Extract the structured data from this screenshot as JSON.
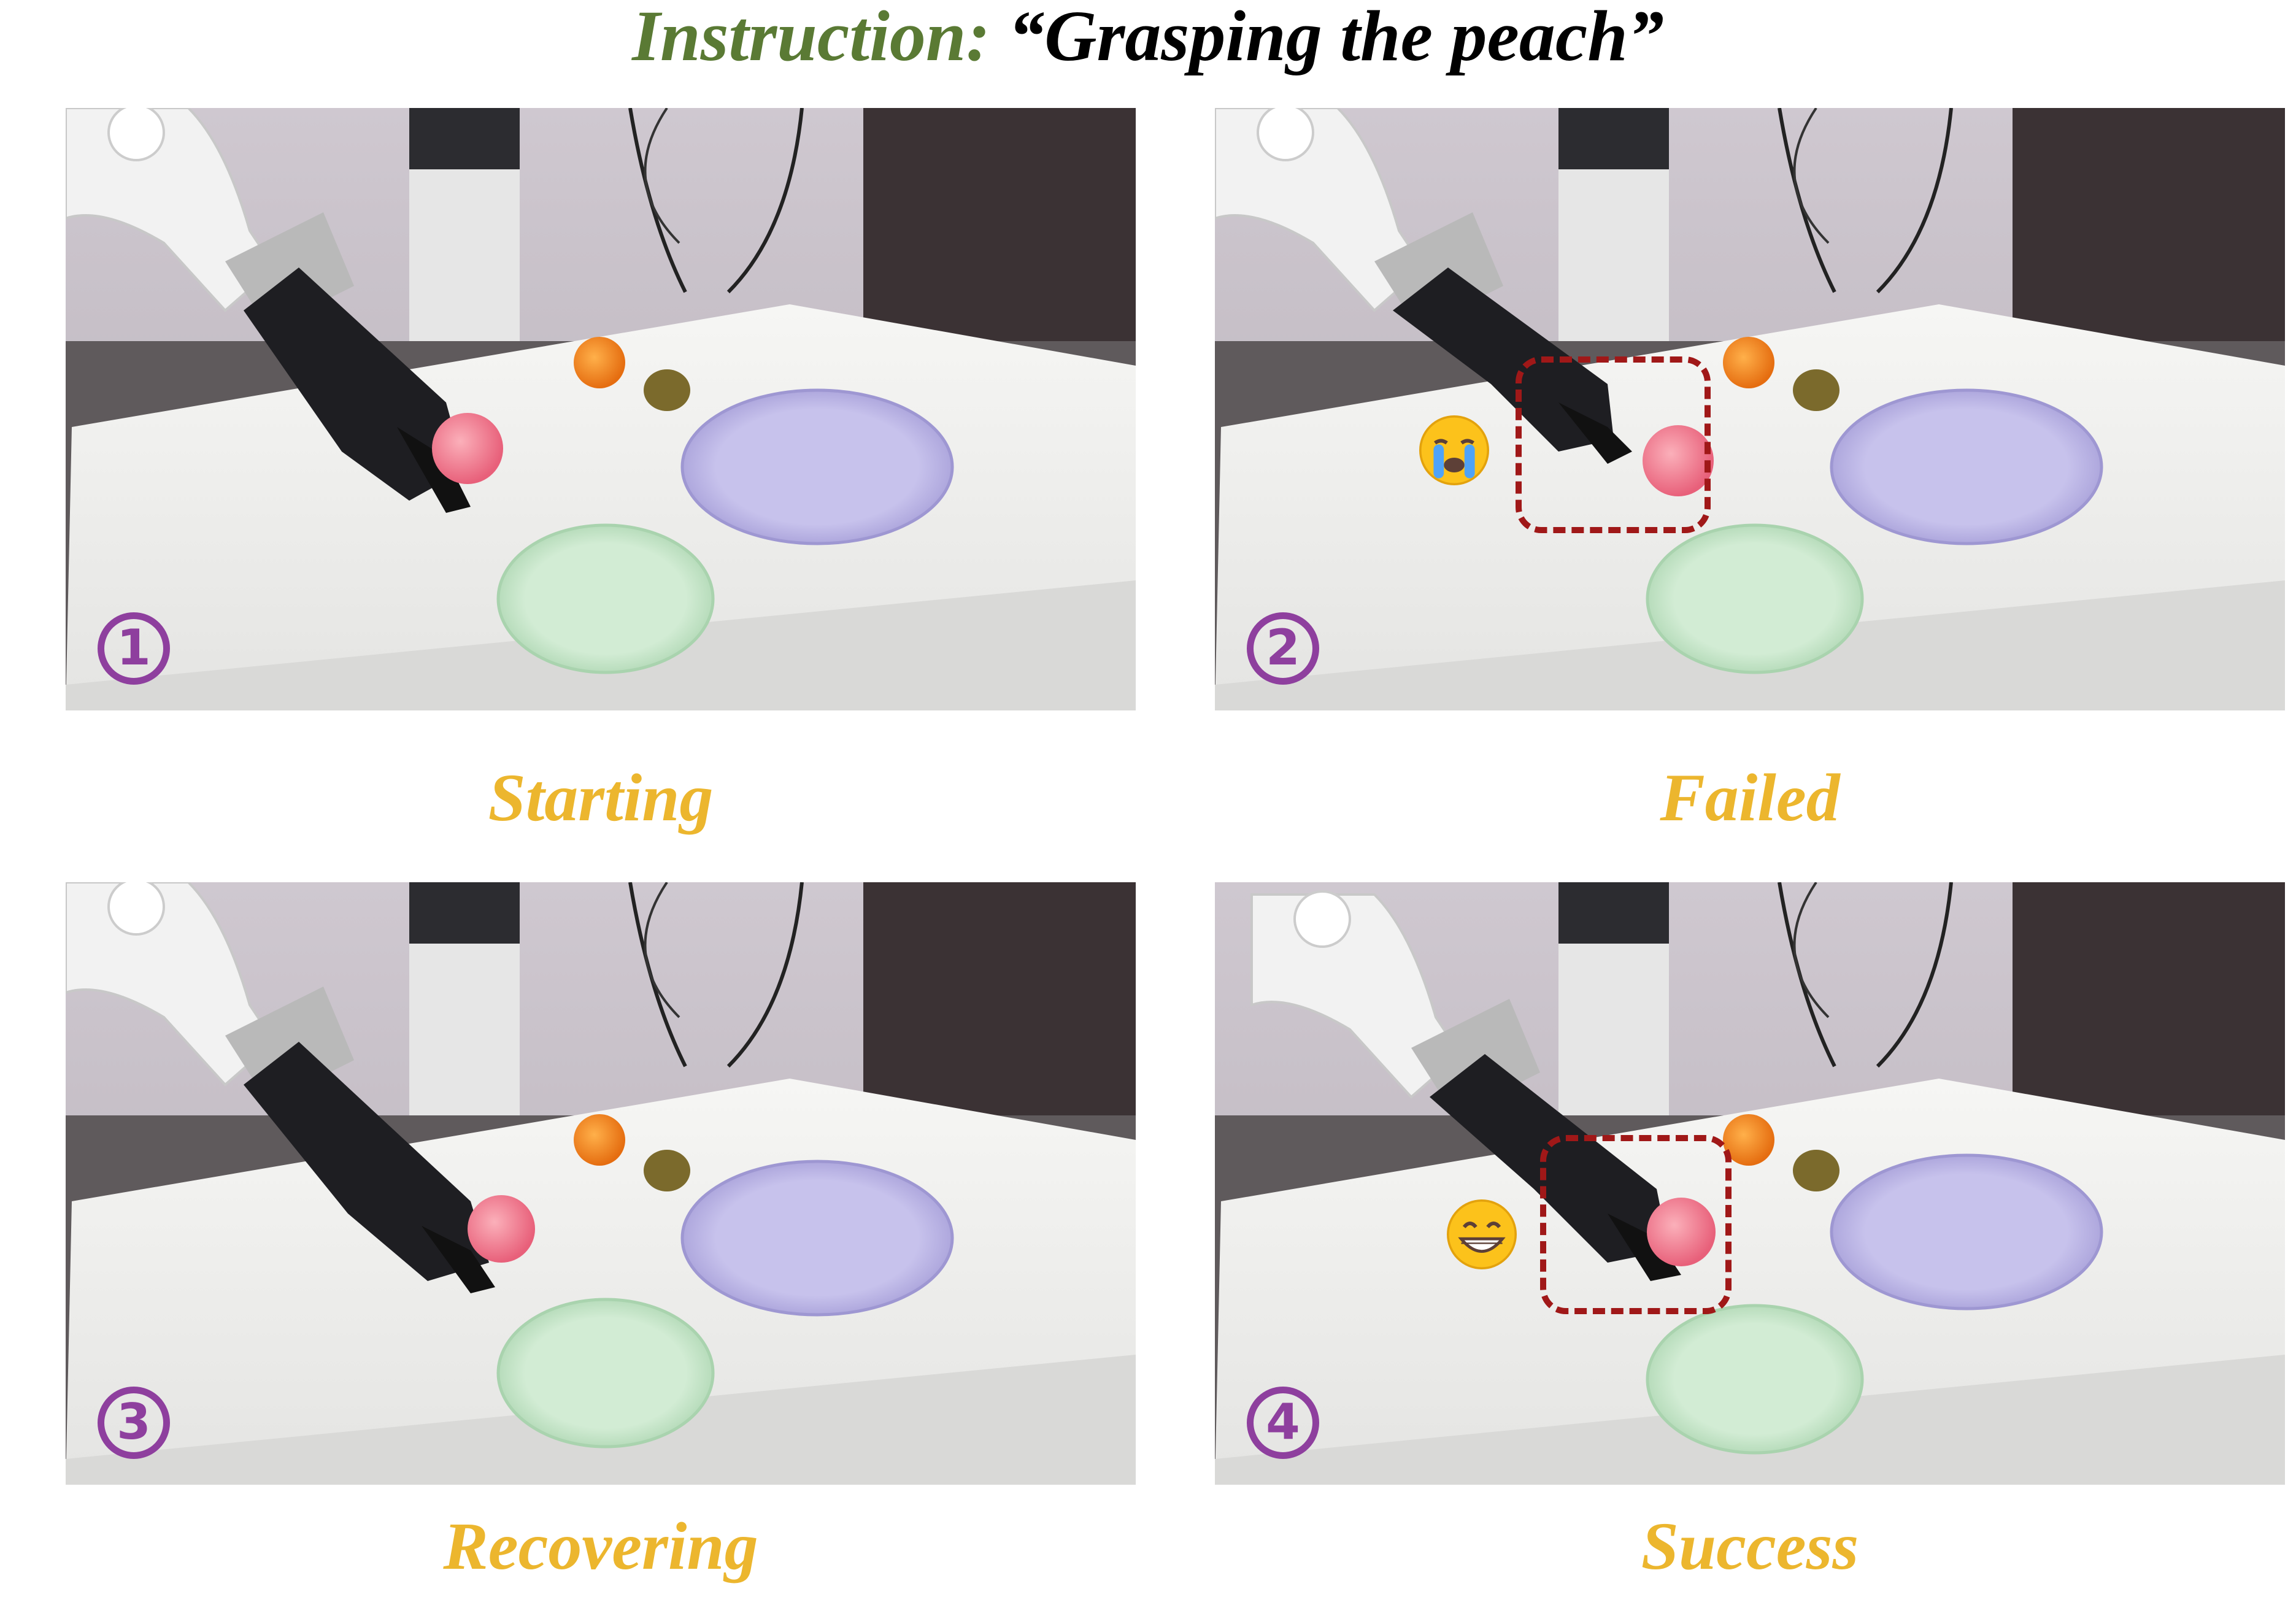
{
  "instruction": {
    "prefix": "Instruction:",
    "quote": "“Grasping the peach”"
  },
  "panels": [
    {
      "step": "1",
      "caption": "Starting"
    },
    {
      "step": "2",
      "caption": "Failed",
      "emoji": "crying-face-icon"
    },
    {
      "step": "3",
      "caption": "Recovering"
    },
    {
      "step": "4",
      "caption": "Success",
      "emoji": "grinning-face-icon"
    }
  ],
  "colors": {
    "instruction_prefix": "#5a7a34",
    "caption": "#ecb62e",
    "step_number": "#8e3f9e",
    "highlight_box": "#a01818"
  }
}
